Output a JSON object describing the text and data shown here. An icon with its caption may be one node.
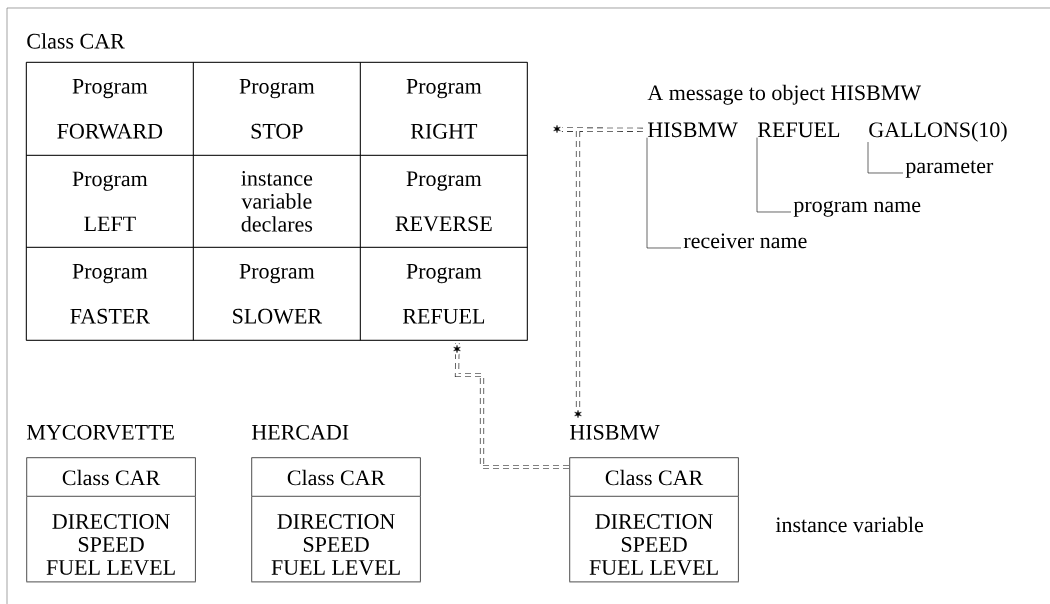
{
  "diagram": {
    "nodes": [
      {
        "text": [
          "Class CAR"
        ]
      },
      {
        "text": [
          "Program",
          "FORWARD"
        ],
        "in": 0
      },
      {
        "text": [
          "Program",
          "STOP"
        ],
        "in": 0
      },
      {
        "text": [
          "Program",
          "RIGHT"
        ],
        "in": 0
      },
      {
        "text": [
          "Program",
          "LEFT"
        ],
        "in": 0
      },
      {
        "text": [
          "instance variable declares"
        ],
        "in": 0
      },
      {
        "text": [
          "Program",
          "REVERSE"
        ],
        "in": 0
      },
      {
        "text": [
          "Program",
          "FASTER"
        ],
        "in": 0
      },
      {
        "text": [
          "Program",
          "SLOWER"
        ],
        "in": 0
      },
      {
        "text": [
          "Program",
          "REFUEL"
        ],
        "in": 0
      },
      {
        "text": [
          "HISBMW"
        ]
      },
      {
        "text": [
          "REFUEL"
        ]
      },
      {
        "text": [
          "GALLONS(10)"
        ]
      },
      {
        "text": [
          "parameter"
        ]
      },
      {
        "text": [
          "program name"
        ]
      },
      {
        "text": [
          "receiver name"
        ]
      },
      {
        "text": [
          "MYCORVETTE",
          "Class CAR",
          "DIRECTION",
          "SPEED",
          "FUEL LEVEL"
        ]
      },
      {
        "text": [
          "HERCADI",
          "Class CAR",
          "DIRECTION",
          "SPEED",
          "FUEL LEVEL"
        ]
      },
      {
        "text": [
          "HISBMW",
          "Class CAR",
          "DIRECTION",
          "SPEED",
          "FUEL LEVEL"
        ]
      }
    ],
    "edges": [
      {
        "from": 12,
        "to": 13,
        "arrow": "none"
      },
      {
        "from": 11,
        "to": 14,
        "arrow": "none"
      },
      {
        "from": 10,
        "to": 15,
        "arrow": "none"
      },
      {
        "from": 18,
        "to": 9,
        "arrow": "to",
        "style": "dashed"
      },
      {
        "from": 10,
        "to": 18,
        "arrow": "to",
        "style": "dashed"
      }
    ],
    "labels": [
      "A message to object HISBMW",
      "instance variable"
    ]
  }
}
